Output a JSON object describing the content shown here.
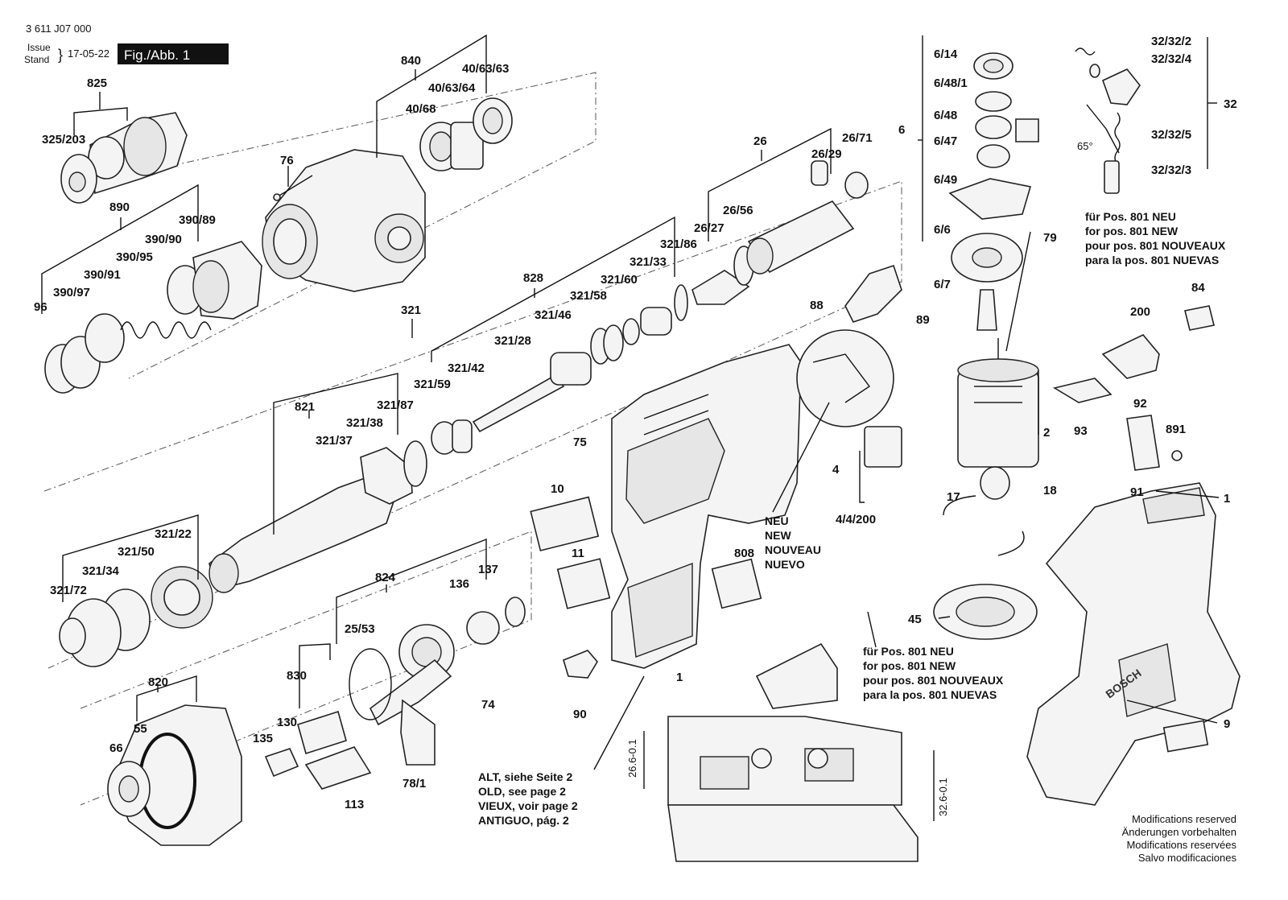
{
  "header": {
    "doc_number": "3 611 J07 000",
    "issue_label": "Issue",
    "stand_label": "Stand",
    "issue_date": "17-05-22",
    "figure": "Fig./Abb. 1"
  },
  "part_labels": [
    "825",
    "325/203",
    "840",
    "40/63/63",
    "40/63/64",
    "40/68",
    "76",
    "890",
    "390/89",
    "390/90",
    "390/95",
    "390/91",
    "390/97",
    "96",
    "26",
    "26/71",
    "26/29",
    "26/56",
    "26/27",
    "828",
    "321/86",
    "321/33",
    "321/60",
    "321/58",
    "321/46",
    "321/28",
    "321/42",
    "321/59",
    "321",
    "821",
    "321/87",
    "321/38",
    "321/37",
    "321/22",
    "321/50",
    "321/34",
    "321/72",
    "824",
    "25/53",
    "136",
    "137",
    "830",
    "130",
    "135",
    "820",
    "55",
    "66",
    "113",
    "78/1",
    "74",
    "75",
    "10",
    "11",
    "808",
    "90",
    "1",
    "88",
    "89",
    "4",
    "4/4/200",
    "6",
    "6/14",
    "6/48/1",
    "6/48",
    "6/47",
    "6/49",
    "79",
    "6/6",
    "6/7",
    "32",
    "32/32/2",
    "32/32/4",
    "32/32/5",
    "32/32/3",
    "65°",
    "84",
    "200",
    "2",
    "17",
    "18",
    "93",
    "92",
    "891",
    "91",
    "45",
    "9"
  ],
  "notes": {
    "neu_top": [
      "für Pos. 801 NEU",
      "for pos. 801 NEW",
      "pour pos. 801 NOUVEAUX",
      "para la pos. 801 NUEVAS"
    ],
    "neu_bottom": [
      "für Pos. 801 NEU",
      "for pos. 801 NEW",
      "pour pos. 801 NOUVEAUX",
      "para la pos. 801 NUEVAS"
    ],
    "new_labels": [
      "NEU",
      "NEW",
      "NOUVEAU",
      "NUEVO"
    ],
    "old_labels": [
      "ALT, siehe Seite 2",
      "OLD, see page 2",
      "VIEUX, voir page 2",
      "ANTIGUO, pág. 2"
    ]
  },
  "dimensions": [
    "26.6-0.1",
    "32.6-0.1"
  ],
  "brand_mark": "BOSCH",
  "footer": [
    "Modifications reserved",
    "Änderungen vorbehalten",
    "Modifications reservées",
    "Salvo modificaciones"
  ]
}
